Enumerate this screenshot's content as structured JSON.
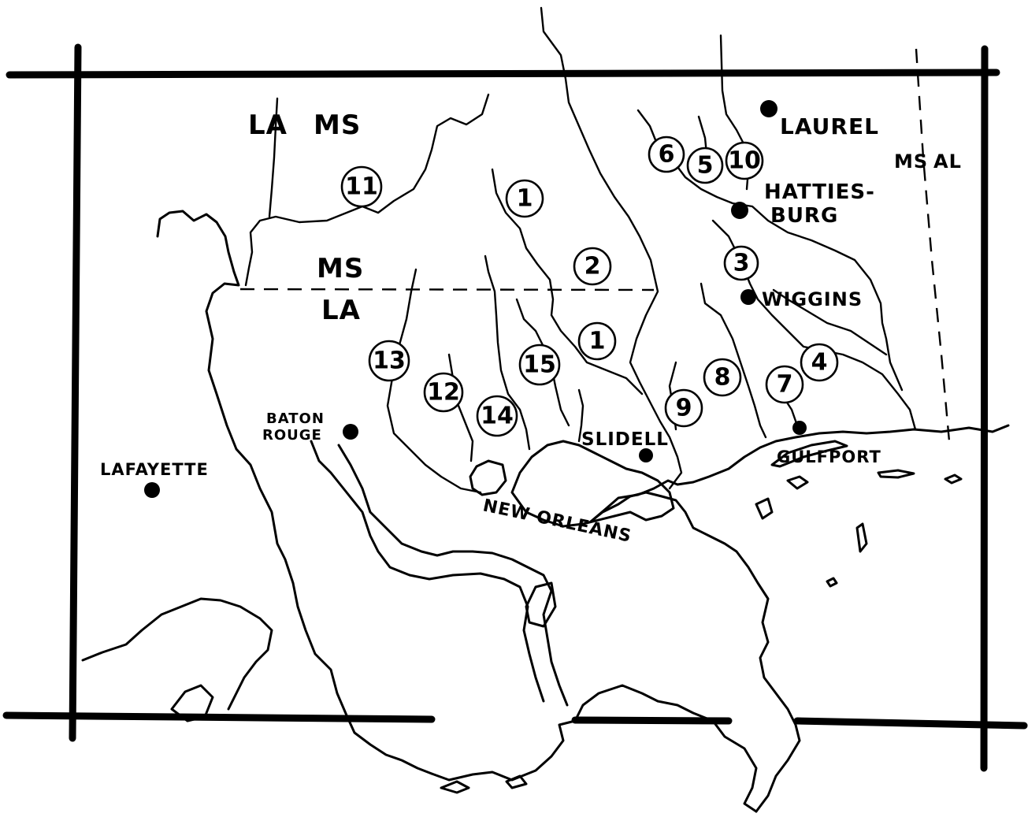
{
  "state_labels": {
    "la_top": "LA",
    "ms_top": "MS",
    "ms_mid": "MS",
    "la_mid": "LA",
    "ms_right": "MS",
    "al_right": "AL"
  },
  "cities": [
    {
      "id": "laurel",
      "label": "LAUREL"
    },
    {
      "id": "hattiesburg",
      "label_line1": "HATTIES-",
      "label_line2": "BURG"
    },
    {
      "id": "wiggins",
      "label": "WIGGINS"
    },
    {
      "id": "baton-rouge",
      "label_line1": "BATON",
      "label_line2": "ROUGE"
    },
    {
      "id": "lafayette",
      "label": "LAFAYETTE"
    },
    {
      "id": "slidell",
      "label": "SLIDELL"
    },
    {
      "id": "gulfport",
      "label": "GULFPORT"
    },
    {
      "id": "new-orleans",
      "label": "NEW ORLEANS"
    }
  ],
  "stations": [
    "1",
    "1",
    "2",
    "3",
    "4",
    "5",
    "6",
    "7",
    "8",
    "9",
    "10",
    "11",
    "12",
    "13",
    "14",
    "15"
  ]
}
